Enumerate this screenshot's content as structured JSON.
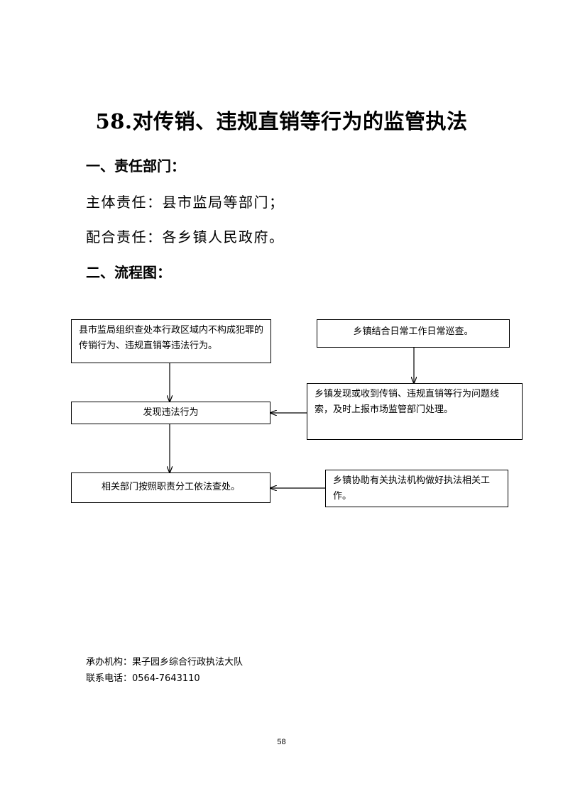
{
  "title": "58.对传销、违规直销等行为的监管执法",
  "section1": {
    "heading": "一、责任部门：",
    "primary": "主体责任：县市监局等部门；",
    "cooperating": "配合责任：各乡镇人民政府。"
  },
  "section2": {
    "heading": "二、流程图："
  },
  "flowchart": {
    "county_inspection": "县市监局组织查处本行政区域内不构成犯罪的传销行为、违规直销等违法行为。",
    "town_patrol": "乡镇结合日常工作日常巡查。",
    "town_report": "乡镇发现或收到传销、违规直销等行为问题线索，及时上报市场监管部门处理。",
    "discover_violation": "发现违法行为",
    "department_handle": "相关部门按照职责分工依法查处。",
    "town_assist": "乡镇协助有关执法机构做好执法相关工作。"
  },
  "footer": {
    "handling_unit": "承办机构：果子园乡综合行政执法大队",
    "contact": "联系电话：0564-7643110"
  },
  "page_number": "58"
}
